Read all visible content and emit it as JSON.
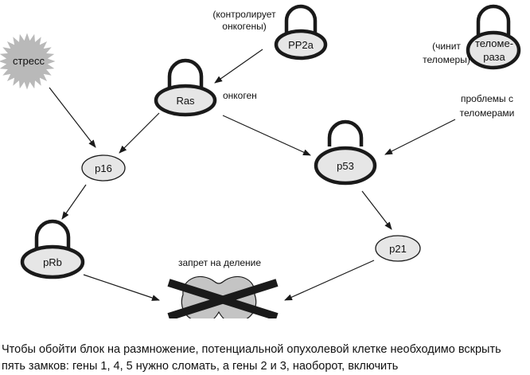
{
  "colors": {
    "stroke": "#1a1a1a",
    "node_fill": "#e6e6e6",
    "star_fill": "#b9b9b9",
    "block_fill": "#c4c4c4",
    "text": "#111111"
  },
  "nodes": {
    "stress": "стресс",
    "pp2a": "PP2a",
    "telomerase": [
      "теломе-",
      "раза"
    ],
    "ras": "Ras",
    "p16": "p16",
    "p53": "p53",
    "prb": "pRb",
    "p21": "p21"
  },
  "notes": {
    "pp2a": [
      "(контролирует",
      "онкогены)"
    ],
    "telomerase": [
      "(чинит",
      "теломеры)"
    ],
    "ras": "онкоген",
    "telomere_problems": [
      "проблемы с",
      "теломерами"
    ],
    "block": "запрет на деление"
  },
  "caption": [
    "Чтобы обойти блок на размножение, потенциальной опухолевой клетке необходимо вскрыть",
    "пять замков: гены 1, 4, 5 нужно сломать, а гены 2 и 3, наоборот, включить"
  ]
}
